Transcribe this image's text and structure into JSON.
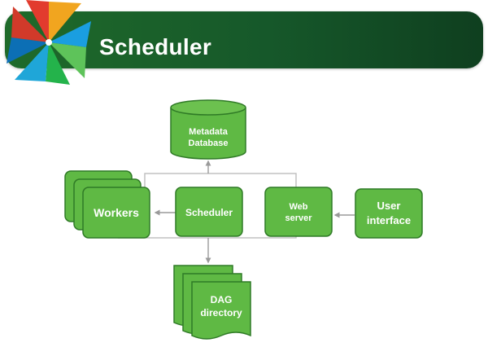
{
  "header": {
    "title": "Scheduler",
    "colors": {
      "banner": "#1c5f28",
      "node_fill": "#5fb944",
      "node_stroke": "#2f7a26",
      "connector": "#bdbdbd"
    }
  },
  "logo": {
    "icon": "pinwheel-logo-icon"
  },
  "diagram": {
    "nodes": {
      "metadata_db": {
        "line1": "Metadata",
        "line2": "Database"
      },
      "workers": {
        "label": "Workers"
      },
      "scheduler": {
        "label": "Scheduler"
      },
      "web_server": {
        "line1": "Web",
        "line2": "server"
      },
      "user_interface": {
        "line1": "User",
        "line2": "interface"
      },
      "dag_directory": {
        "line1": "DAG",
        "line2": "directory"
      }
    }
  }
}
